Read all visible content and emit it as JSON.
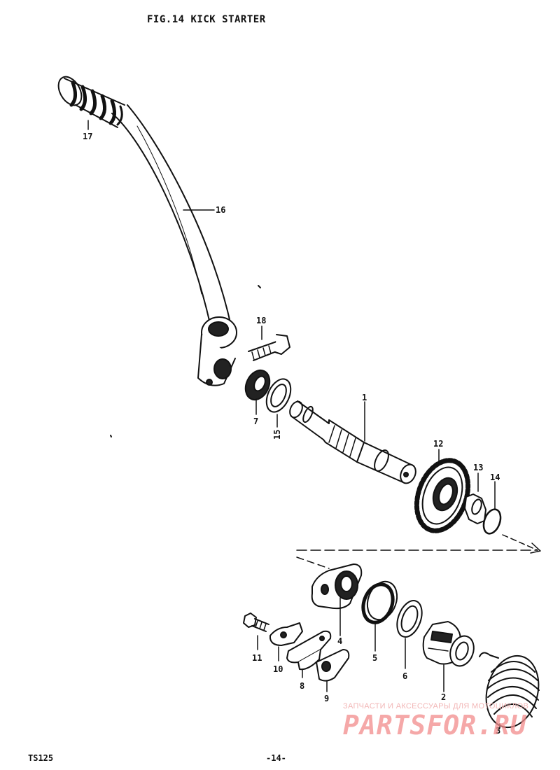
{
  "figure": {
    "title": "FIG.14  KICK STARTER"
  },
  "parts": [
    {
      "id": "p1",
      "label": "1"
    },
    {
      "id": "p2",
      "label": "2"
    },
    {
      "id": "p3",
      "label": "3"
    },
    {
      "id": "p4",
      "label": "4"
    },
    {
      "id": "p5",
      "label": "5"
    },
    {
      "id": "p6",
      "label": "6"
    },
    {
      "id": "p7",
      "label": "7"
    },
    {
      "id": "p8",
      "label": "8"
    },
    {
      "id": "p9",
      "label": "9"
    },
    {
      "id": "p10",
      "label": "10"
    },
    {
      "id": "p11",
      "label": "11"
    },
    {
      "id": "p12",
      "label": "12"
    },
    {
      "id": "p13",
      "label": "13"
    },
    {
      "id": "p14",
      "label": "14"
    },
    {
      "id": "p15",
      "label": "15"
    },
    {
      "id": "p16",
      "label": "16"
    },
    {
      "id": "p17",
      "label": "17"
    },
    {
      "id": "p18",
      "label": "18"
    }
  ],
  "footer": {
    "model": "TS125",
    "page": "-14-"
  },
  "watermark": {
    "tagline": "ЗАПЧАСТИ И АКСЕССУАРЫ ДЛЯ МОТОЦИКЛОВ",
    "brand": "PARTSFOR.RU"
  }
}
